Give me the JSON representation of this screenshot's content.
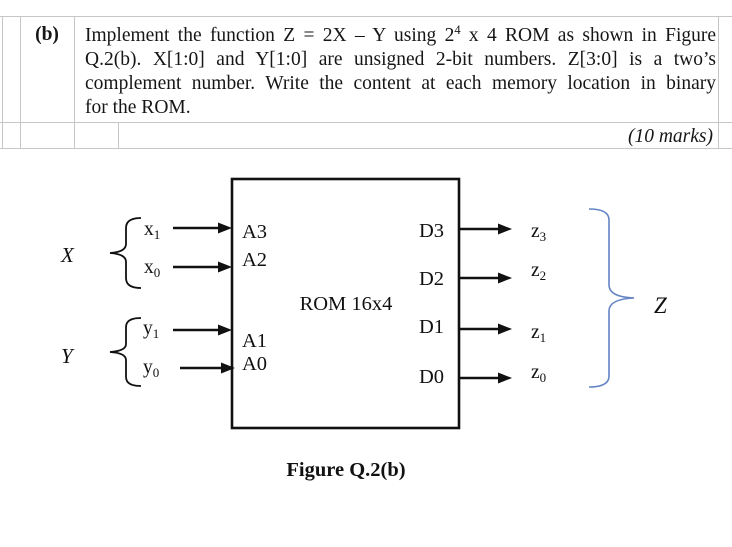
{
  "page": {
    "background": "#ffffff",
    "table_border_color": "#c6c6c6"
  },
  "question": {
    "part_label": "(b)",
    "marks_label": "(10 marks)",
    "lines": {
      "l1_pre": "Implement the function Z = 2X – Y using 2",
      "l1_sup": "4",
      "l1_post": " x 4 ROM as shown in Figure",
      "l2": "Q.2(b). X[1:0] and Y[1:0] are unsigned 2-bit numbers. Z[3:0] is a two’s",
      "l3": "complement number. Write the content at each memory location in binary",
      "l4": "for the ROM."
    }
  },
  "diagram": {
    "chip_label": "ROM 16x4",
    "caption": "Figure Q.2(b)",
    "bus_labels": {
      "x": "X",
      "y": "Y",
      "z": "Z"
    },
    "address_pins": [
      "A3",
      "A2",
      "A1",
      "A0"
    ],
    "data_pins": [
      "D3",
      "D2",
      "D1",
      "D0"
    ],
    "input_signals": [
      {
        "base": "x",
        "sub": "1"
      },
      {
        "base": "x",
        "sub": "0"
      },
      {
        "base": "y",
        "sub": "1"
      },
      {
        "base": "y",
        "sub": "0"
      }
    ],
    "output_signals": [
      {
        "base": "z",
        "sub": "3"
      },
      {
        "base": "z",
        "sub": "2"
      },
      {
        "base": "z",
        "sub": "1"
      },
      {
        "base": "z",
        "sub": "0"
      }
    ],
    "line_color": "#111111",
    "brace_color": "#6484c4"
  }
}
